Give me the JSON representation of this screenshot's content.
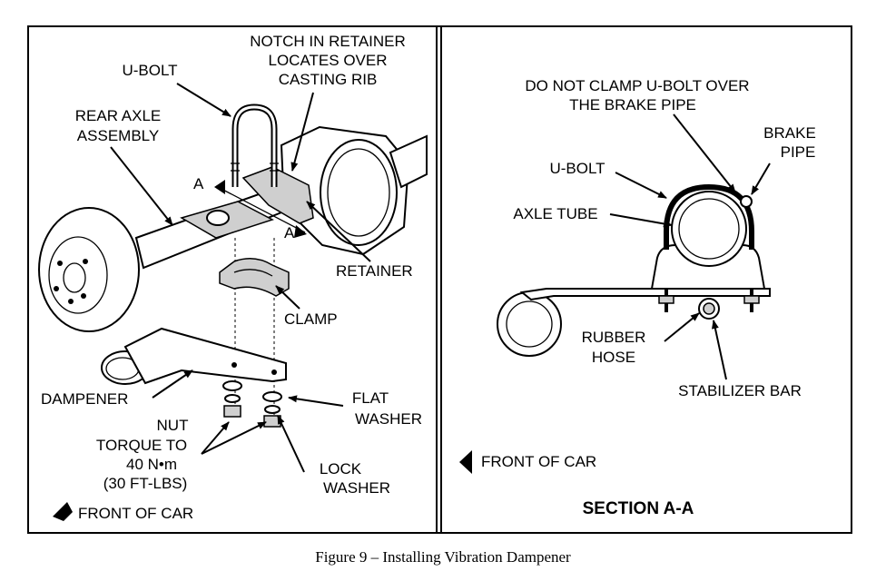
{
  "left_panel": {
    "labels": {
      "notch_line1": "NOTCH IN RETAINER",
      "notch_line2": "LOCATES OVER",
      "notch_line3": "CASTING RIB",
      "u_bolt": "U-BOLT",
      "rear_axle_line1": "REAR AXLE",
      "rear_axle_line2": "ASSEMBLY",
      "section_a_left": "A",
      "section_a_right": "A",
      "retainer": "RETAINER",
      "clamp": "CLAMP",
      "dampener": "DAMPENER",
      "flat_washer_line1": "FLAT",
      "flat_washer_line2": "WASHER",
      "nut_line1": "NUT",
      "nut_line2": "TORQUE TO",
      "nut_line3": "40 N•m",
      "nut_line4": "(30 FT-LBS)",
      "lock_washer_line1": "LOCK",
      "lock_washer_line2": "WASHER",
      "front_of_car": "FRONT OF CAR"
    }
  },
  "right_panel": {
    "labels": {
      "warning_line1": "DO NOT CLAMP U-BOLT OVER",
      "warning_line2": "THE BRAKE PIPE",
      "brake_pipe_line1": "BRAKE",
      "brake_pipe_line2": "PIPE",
      "u_bolt": "U-BOLT",
      "axle_tube": "AXLE TUBE",
      "rubber_hose_line1": "RUBBER",
      "rubber_hose_line2": "HOSE",
      "stabilizer_bar": "STABILIZER BAR",
      "front_of_car": "FRONT OF CAR",
      "section_title": "SECTION A-A"
    }
  },
  "caption": "Figure 9 – Installing Vibration Dampener"
}
